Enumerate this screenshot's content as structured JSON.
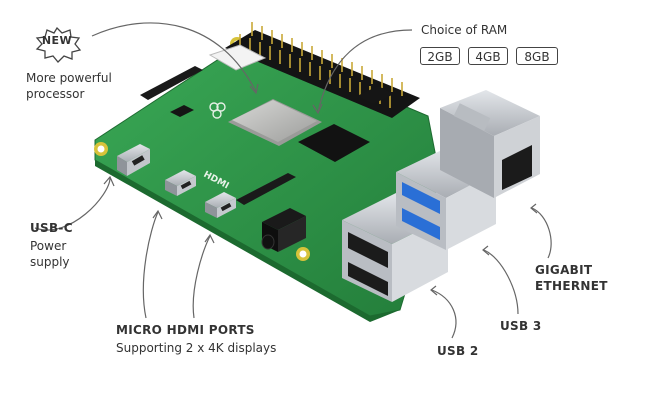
{
  "badge": {
    "text": "NEW"
  },
  "labels": {
    "processor": [
      "More powerful",
      "processor"
    ],
    "ram_title": "Choice of RAM",
    "ram_options": [
      "2GB",
      "4GB",
      "8GB"
    ],
    "usbc_title": "USB-C",
    "usbc_sub": [
      "Power",
      "supply"
    ],
    "hdmi_title": "MICRO HDMI PORTS",
    "hdmi_sub": "Supporting 2 x 4K displays",
    "usb2": "USB 2",
    "usb3": "USB 3",
    "ethernet": [
      "GIGABIT",
      "ETHERNET"
    ]
  },
  "board": {
    "silkscreen_brand": "HDMI",
    "colors": {
      "pcb": "#2f9a4a",
      "pcb_dark": "#23803b",
      "metal": "#c9ccd0",
      "usb3_blue": "#2a6fd6",
      "text": "#333333"
    }
  }
}
